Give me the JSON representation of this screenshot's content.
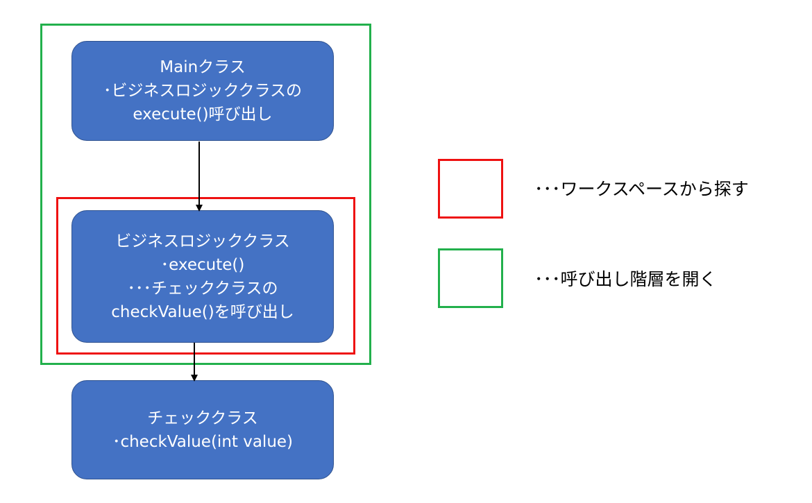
{
  "boxes": {
    "main": {
      "lines": [
        "Mainクラス",
        "･ビジネスロジッククラスの",
        "execute()呼び出し"
      ]
    },
    "logic": {
      "lines": [
        "ビジネスロジッククラス",
        "･execute()",
        "･･･チェッククラスの",
        "checkValue()を呼び出し"
      ]
    },
    "check": {
      "lines": [
        "チェッククラス",
        "･checkValue(int value)"
      ]
    }
  },
  "legend": [
    {
      "color": "#ee1111",
      "text": "･･･ワークスペースから探す"
    },
    {
      "color": "#22b04c",
      "text": "･･･呼び出し階層を開く"
    }
  ],
  "colors": {
    "box_fill": "#4472c4",
    "box_border": "#2f528f",
    "box_text": "#ffffff",
    "red_frame": "#ee1111",
    "green_frame": "#22b04c",
    "arrow": "#000000"
  }
}
